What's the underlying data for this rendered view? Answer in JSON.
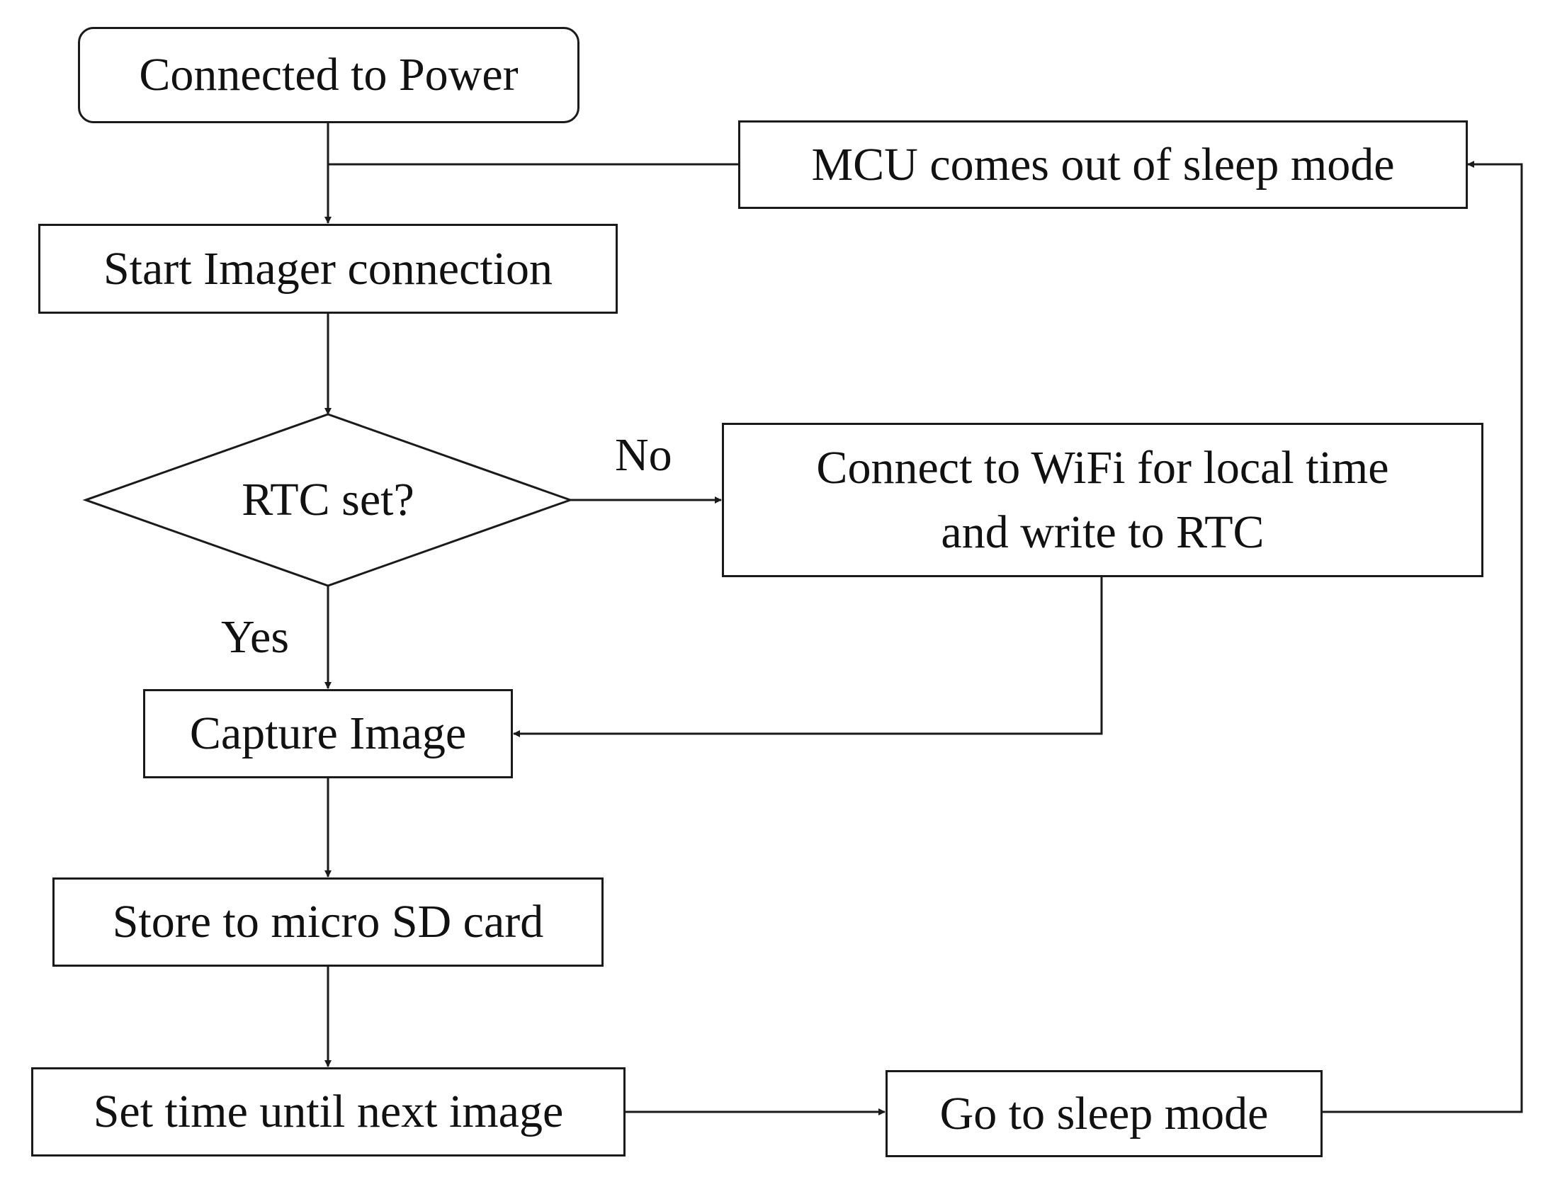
{
  "nodes": {
    "power": "Connected to Power",
    "wake": "MCU comes out of sleep mode",
    "start_imager": "Start Imager connection",
    "rtc_check": "RTC set?",
    "wifi_line1": "Connect to WiFi for local time",
    "wifi_line2": "and write to RTC",
    "capture": "Capture Image",
    "store": "Store to micro SD card",
    "set_time": "Set time until next image",
    "sleep": "Go to sleep mode"
  },
  "edge_labels": {
    "no": "No",
    "yes": "Yes"
  },
  "colors": {
    "line": "#1a1a1a",
    "text": "#111111",
    "background": "#ffffff"
  }
}
